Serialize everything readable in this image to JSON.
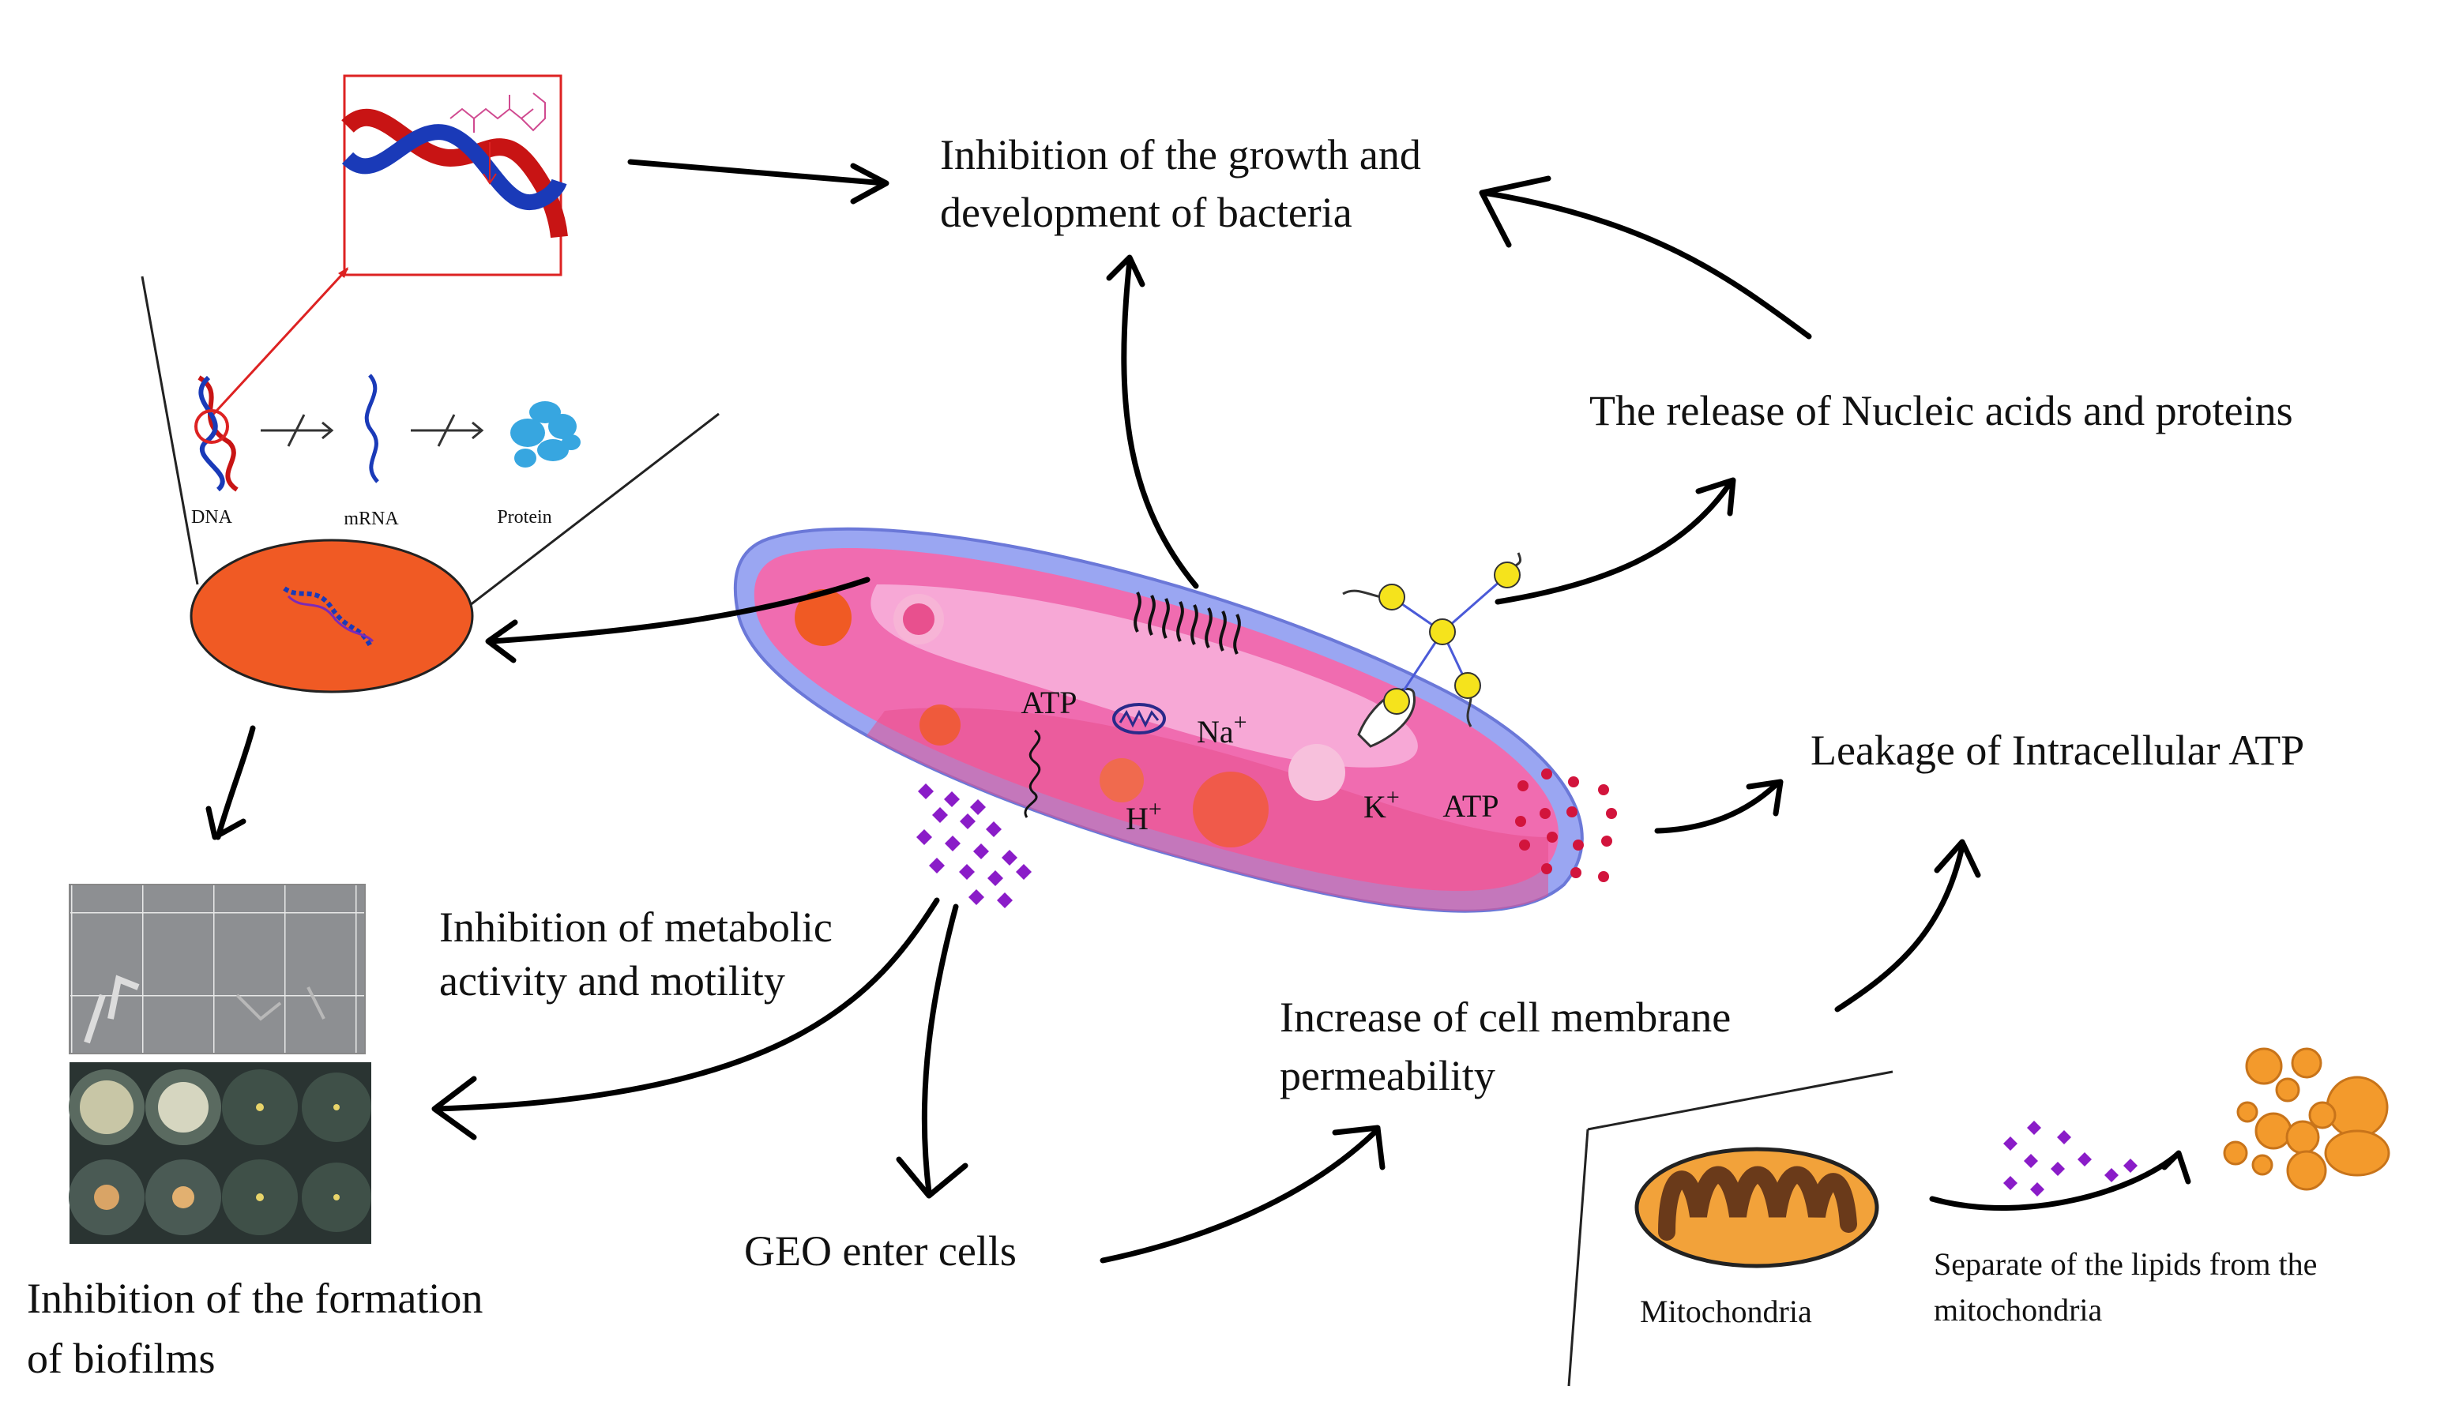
{
  "labels": {
    "inhibition_growth": [
      "Inhibition of the growth and",
      "development of bacteria"
    ],
    "release": "The release of Nucleic acids and proteins",
    "leakage": "Leakage of Intracellular ATP",
    "metabolic": [
      "Inhibition of metabolic",
      "activity and motility"
    ],
    "permeability": [
      "Increase of cell membrane",
      "permeability"
    ],
    "geo": "GEO enter cells",
    "biofilm": [
      "Inhibition of the formation",
      "of biofilms"
    ],
    "mito": "Mitochondria",
    "separate": [
      "Separate of the lipids from the",
      "mitochondria"
    ],
    "dna": "DNA",
    "mrna": "mRNA",
    "protein": "Protein"
  },
  "cell": {
    "atp1": "ATP",
    "na": "Na",
    "h": "H",
    "k": "K",
    "atp2": "ATP",
    "plus": "+"
  },
  "colors": {
    "cell_outer": "#9aa6f2",
    "cell_inner": "#f06cb0",
    "cell_core": "#f7a8d6",
    "nucleus": "#f05a24",
    "dna_red": "#c81414",
    "dna_blue": "#1a3ab8",
    "geo_purple": "#8a1cc8",
    "atp_dot": "#d2143c",
    "mito_fill": "#f2a23a",
    "lipid": "#f39a2c",
    "protein_blue": "#37a6e0",
    "yellow": "#f5e31c"
  }
}
